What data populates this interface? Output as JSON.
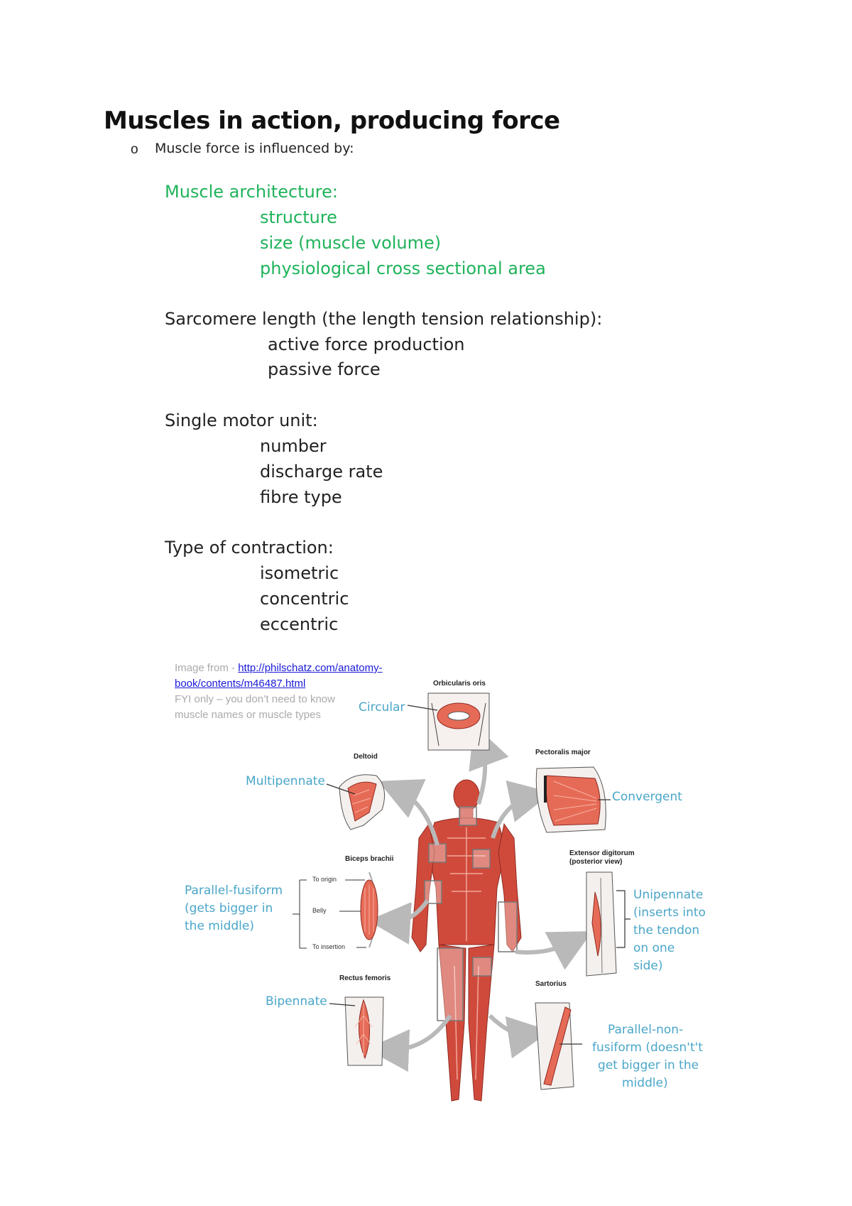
{
  "title": "Muscles in action, producing force",
  "intro": {
    "bullet": "o",
    "text": "Muscle force is influenced by:"
  },
  "sections": [
    {
      "heading": "Muscle architecture:",
      "items": [
        "structure",
        "size (muscle volume)",
        "physiological cross sectional area"
      ]
    },
    {
      "heading": "Sarcomere length (the length tension relationship):",
      "items": [
        "active force production",
        "passive force"
      ]
    },
    {
      "heading": "Single motor unit:",
      "items": [
        "number",
        "discharge rate",
        "fibre type"
      ]
    },
    {
      "heading": "Type of contraction:",
      "items": [
        "isometric",
        "concentric",
        "eccentric"
      ]
    }
  ],
  "credit": {
    "prefix": "Image from - ",
    "link_line1": "http://philschatz.com/anatomy-",
    "link_line2": "book/contents/m46487.html",
    "note_line1": "FYI only – you don’t need to know",
    "note_line2": "muscle names or muscle types"
  },
  "figure": {
    "muscle_names": {
      "orbicularis": "Orbicularis oris",
      "deltoid": "Deltoid",
      "pectoralis": "Pectoralis major",
      "biceps": "Biceps brachii",
      "extensor_1": "Extensor digitorum",
      "extensor_2": "(posterior view)",
      "rectus": "Rectus femoris",
      "sartorius": "Sartorius"
    },
    "biceps_parts": {
      "origin": "To origin",
      "belly": "Belly",
      "insertion": "To insertion"
    },
    "types": {
      "circular": "Circular",
      "multipennate": "Multipennate",
      "convergent": "Convergent",
      "parallel_fusiform": [
        "Parallel-fusiform",
        "(gets bigger in",
        "the middle)"
      ],
      "unipennate": [
        "Unipennate",
        "(inserts into",
        "the tendon",
        "on one",
        "side)"
      ],
      "bipennate": "Bipennate",
      "parallel_non_fusiform": [
        "Parallel-non-",
        "fusiform (doesn't't",
        "get bigger in the",
        "middle)"
      ]
    },
    "colors": {
      "muscle": "#d9584a",
      "muscle_light": "#ec8f78",
      "label": "#4aa6c8",
      "arrow": "#b9b9b9"
    }
  }
}
